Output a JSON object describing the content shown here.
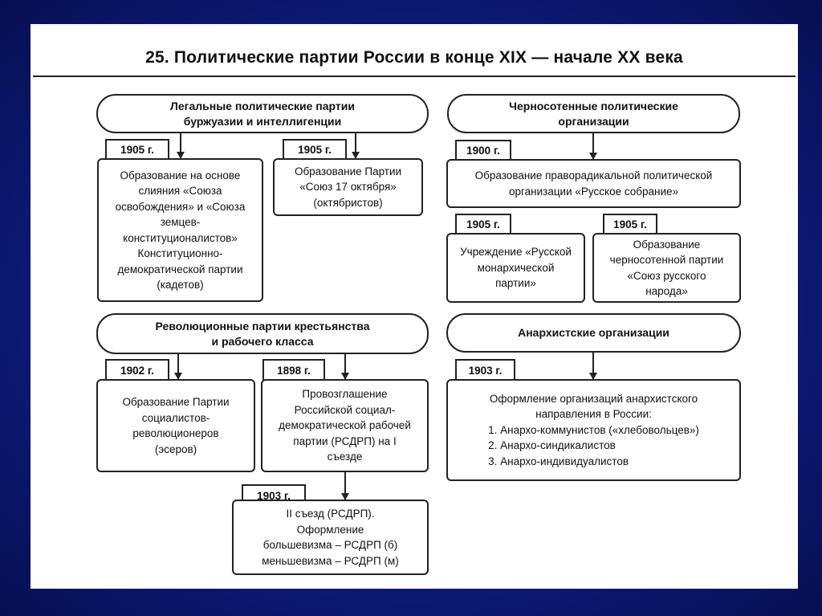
{
  "title": "25. Политические партии России в конце XIX — начале XX века",
  "groups": {
    "legal": {
      "header": [
        "Легальные политические партии",
        "буржуазии и интеллигенции"
      ],
      "items": [
        {
          "date": "1905 г.",
          "text": [
            "Образование на основе",
            "слияния «Союза",
            "освобождения» и «Союза",
            "земцев-",
            "конституционалистов»",
            "Конституционно-",
            "демократической партии",
            "(кадетов)"
          ]
        },
        {
          "date": "1905 г.",
          "text": [
            "Образование Партии",
            "«Союз 17 октября»",
            "(октябристов)"
          ]
        }
      ]
    },
    "blackhundred": {
      "header": [
        "Черносотенные политические",
        "организации"
      ],
      "items": [
        {
          "date": "1900 г.",
          "text": [
            "Образование праворадикальной политической",
            "организации «Русское собрание»"
          ]
        },
        {
          "date": "1905 г.",
          "text": [
            "Учреждение «Русской",
            "монархической",
            "партии»"
          ]
        },
        {
          "date": "1905 г.",
          "text": [
            "Образование",
            "черносотенной партии",
            "«Союз русского",
            "народа»"
          ]
        }
      ]
    },
    "revolutionary": {
      "header": [
        "Революционные партии крестьянства",
        "и рабочего класса"
      ],
      "items": [
        {
          "date": "1902 г.",
          "text": [
            "Образование Партии",
            "социалистов-",
            "революционеров",
            "(эсеров)"
          ]
        },
        {
          "date": "1898 г.",
          "text": [
            "Провозглашение",
            "Российской социал-",
            "демократической рабочей",
            "партии (РСДРП) на I",
            "съезде"
          ]
        },
        {
          "date": "1903 г.",
          "text": [
            "II съезд (РСДРП).",
            "Оформление",
            "большевизма – РСДРП (б)",
            "меньшевизма – РСДРП (м)"
          ]
        }
      ]
    },
    "anarchist": {
      "header": [
        "Анархистские организации"
      ],
      "items": [
        {
          "date": "1903 г.",
          "text": [
            "Оформление организаций анархистского",
            "направления в России:"
          ],
          "list": [
            "1. Анархо-коммунистов («хлебовольцев»)",
            "2. Анархо-синдикалистов",
            "3. Анархо-индивидуалистов"
          ]
        }
      ]
    }
  }
}
